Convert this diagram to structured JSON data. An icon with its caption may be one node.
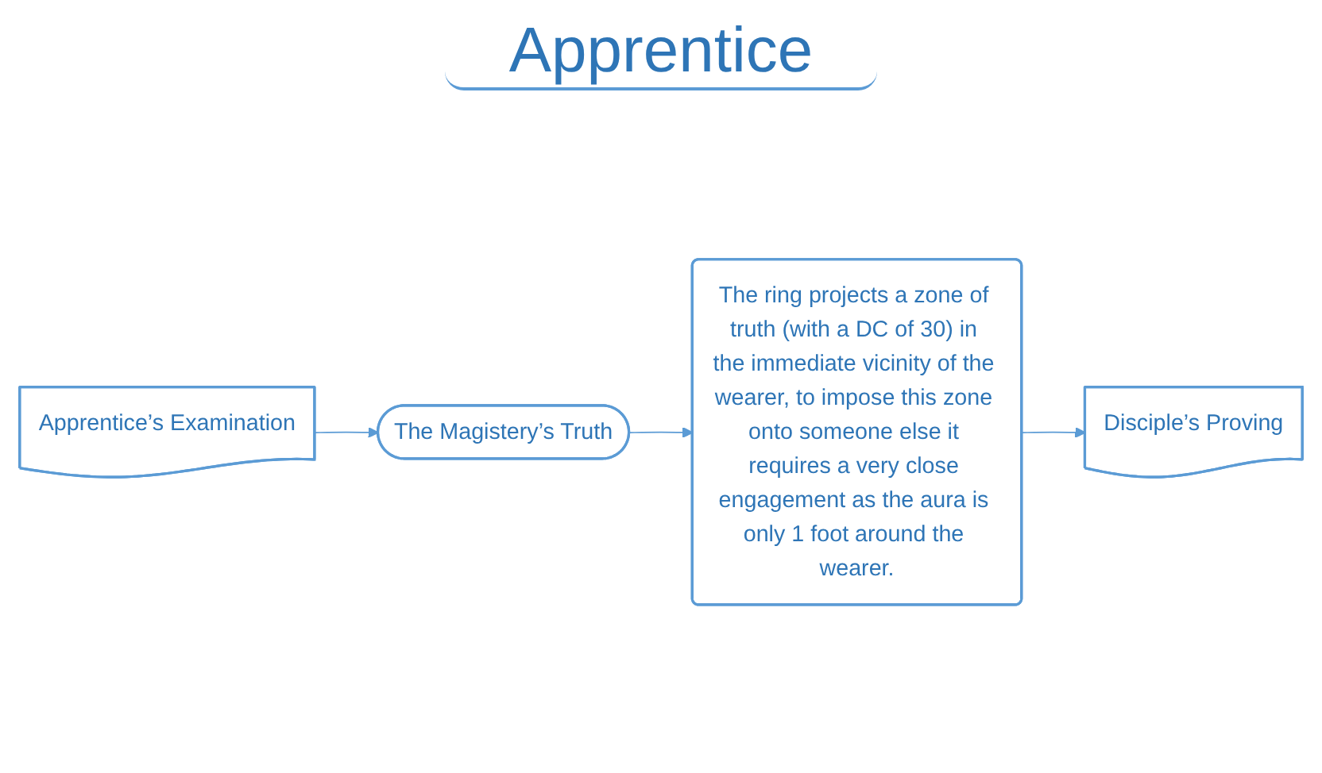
{
  "diagram": {
    "title": "Apprentice",
    "nodes": [
      {
        "text": [
          "Apprentice’s Examination"
        ]
      },
      {
        "text": [
          "The Magistery’s Truth"
        ]
      },
      {
        "text": [
          "The ring projects a zone of truth (with a DC of 30) in the immediate vicinity of the wearer, to impose this zone onto someone else it requires a very close engagement as the aura is only 1 foot around the wearer."
        ]
      },
      {
        "text": [
          "Disciple’s Proving"
        ]
      }
    ],
    "edges": [
      {
        "from": 0,
        "to": 1,
        "arrow": "to"
      },
      {
        "from": 1,
        "to": 2,
        "arrow": "to"
      },
      {
        "from": 2,
        "to": 3,
        "arrow": "to"
      }
    ]
  }
}
